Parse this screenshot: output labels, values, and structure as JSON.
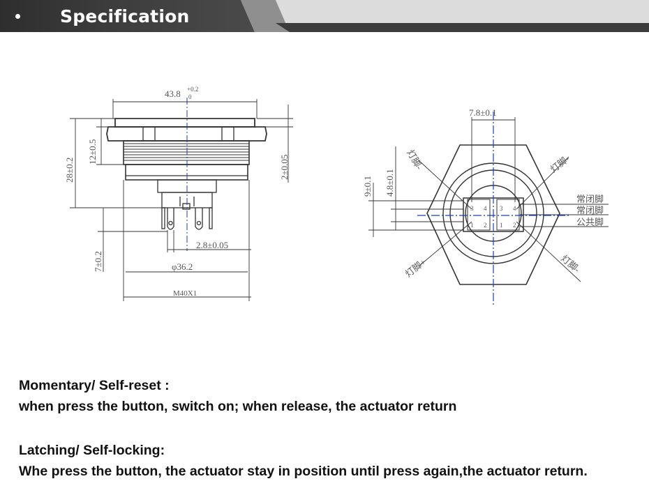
{
  "header": {
    "title": "Specification"
  },
  "drawing_left": {
    "dim_top_width": "43.8",
    "tol_plus": "+0.2",
    "tol_zero": "0",
    "dim_12": "12±0.5",
    "dim_28": "28±0.2",
    "dim_2": "2±0.05",
    "dim_7": "7±0.2",
    "dim_pin": "2.8±0.05",
    "dim_dia": "φ36.2",
    "dim_thread": "M40X1"
  },
  "drawing_right": {
    "dim_78": "7.8±0.1",
    "dim_9": "9±0.1",
    "dim_48": "4.8±0.1",
    "lamp_minus_tl": "灯脚-",
    "lamp_minus_tr": "灯脚-",
    "lamp_plus_bl": "灯脚+",
    "lamp_minus_br": "灯脚-",
    "nc1": "常闭脚",
    "nc2": "常闭脚",
    "common": "公共脚",
    "pin_labels": [
      "3",
      "4",
      "1",
      "2",
      "3",
      "4",
      "1",
      "2"
    ]
  },
  "text": {
    "momentary_title": "Momentary/ Self-reset :",
    "momentary_desc": "when press the button, switch on; when release, the actuator return",
    "latching_title": "Latching/ Self-locking:",
    "latching_desc": "Whe press the button, the actuator stay in position until press again,the actuator return."
  },
  "colors": {
    "header_dark": "#3a3a3a",
    "header_mid": "#8c8c8c",
    "accent_blue": "#1a3fb5",
    "line": "#3a3a3a"
  }
}
